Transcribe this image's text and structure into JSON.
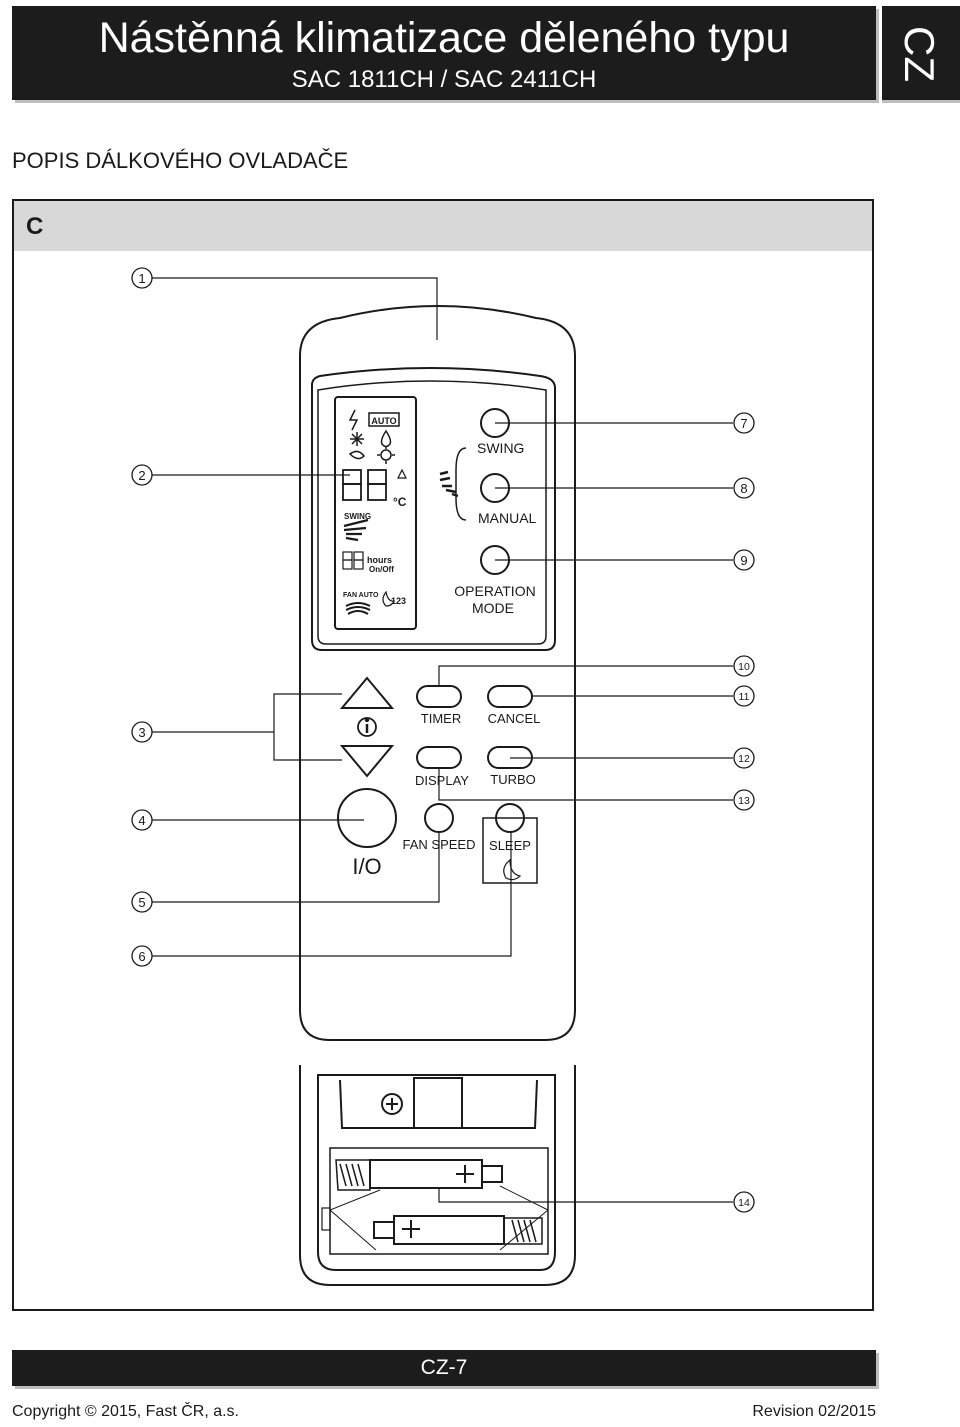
{
  "header": {
    "title": "Nástěnná klimatizace děleného typu",
    "subtitle": "SAC 1811CH / SAC 2411CH",
    "lang": "CZ"
  },
  "section_title": "POPIS DÁLKOVÉHO OVLADAČE",
  "figure": {
    "label": "C",
    "callouts": [
      "1",
      "2",
      "3",
      "4",
      "5",
      "6",
      "7",
      "8",
      "9",
      "10",
      "11",
      "12",
      "13",
      "14"
    ],
    "display": {
      "auto": "AUTO",
      "swing": "SWING",
      "hours": "hours",
      "onoff": "On/Off",
      "fanauto": "FAN AUTO",
      "speeds": "123",
      "celsius": "°C"
    },
    "buttons": {
      "swing": "SWING",
      "manual": "MANUAL",
      "operation": "OPERATION",
      "mode": "MODE",
      "timer": "TIMER",
      "cancel": "CANCEL",
      "display": "DISPLAY",
      "turbo": "TURBO",
      "fan_speed": "FAN SPEED",
      "sleep": "SLEEP",
      "power": "I/O"
    }
  },
  "footer": {
    "page": "CZ-7",
    "copyright": "Copyright © 2015, Fast ČR, a.s.",
    "revision": "Revision 02/2015"
  }
}
